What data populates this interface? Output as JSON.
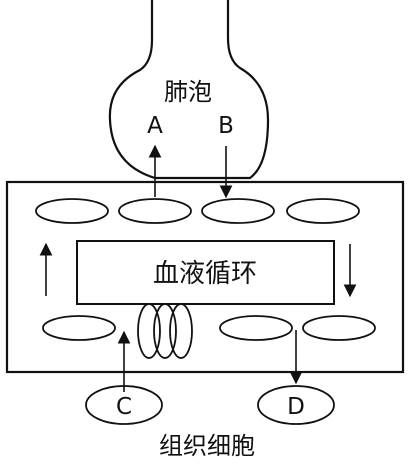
{
  "labels": {
    "alveolus": "肺泡",
    "a": "A",
    "b": "B",
    "circulation": "血液循环",
    "c": "C",
    "d": "D",
    "tissue_cells": "组织细胞"
  },
  "colors": {
    "stroke": "#111111",
    "background": "#ffffff"
  }
}
